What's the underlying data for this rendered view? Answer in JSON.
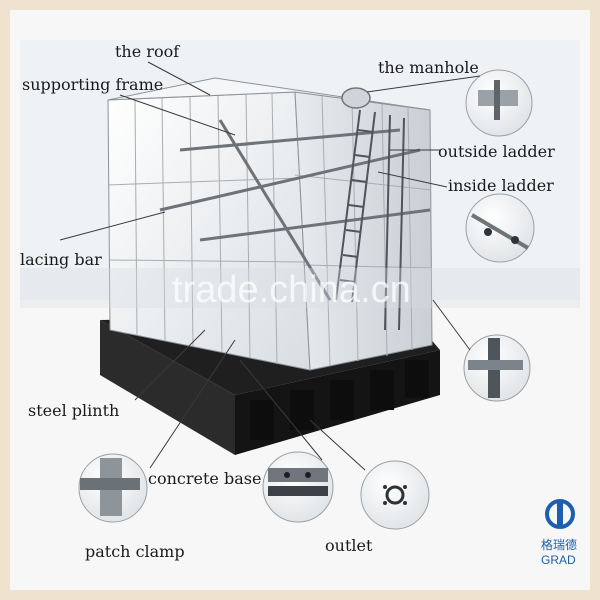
{
  "labels": {
    "roof": "the roof",
    "supporting_frame": "supporting frame",
    "manhole": "the manhole",
    "outside_ladder": "outside ladder",
    "inside_ladder": "inside ladder",
    "lacing_bar": "lacing bar",
    "steel_plinth": "steel plinth",
    "concrete_base": "concrete base",
    "patch_clamp": "patch clamp",
    "outlet": "outlet"
  },
  "watermark": "trade.china.cn",
  "logo": {
    "chinese": "格瑞德",
    "english": "GRAD",
    "color": "#1d5fae"
  },
  "colors": {
    "border": "#e9d9c2",
    "panel": "#eef1f3",
    "base": "#222222"
  }
}
